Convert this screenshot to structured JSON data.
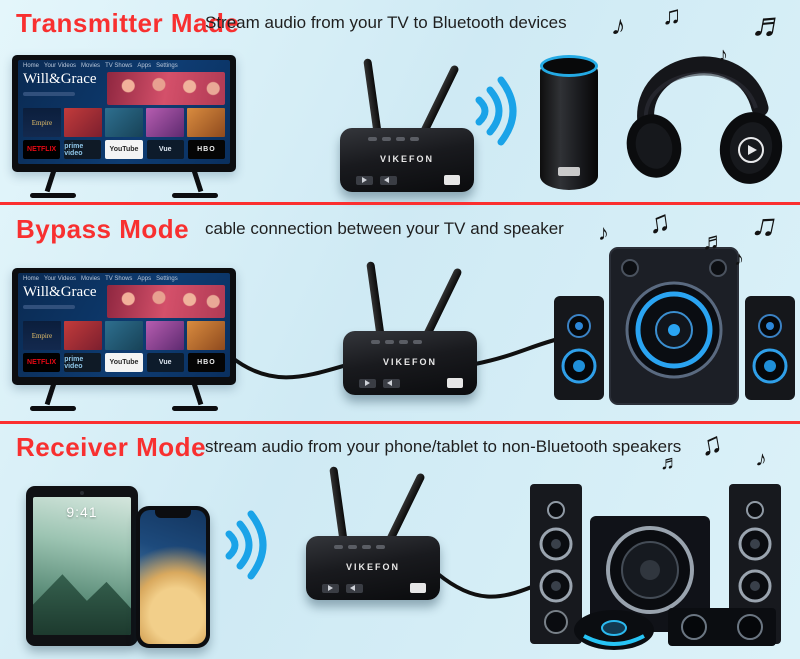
{
  "colors": {
    "accent_red": "#f83030",
    "bluetooth_blue": "#1aa3e8",
    "background_blue": "#d9f0f8"
  },
  "icons": {
    "note_single": "♪",
    "note_beamed": "♫",
    "note_double": "♬"
  },
  "sections": [
    {
      "title": "Transmitter Made",
      "description": "Stream audio from your TV to Bluetooth devices"
    },
    {
      "title": "Bypass Mode",
      "description": "cable connection between your TV and speaker"
    },
    {
      "title": "Receiver Mode",
      "description": "stream audio from your phone/tablet to non-Bluetooth speakers"
    }
  ],
  "tv": {
    "menu": [
      "Home",
      "Your Videos",
      "Movies",
      "TV Shows",
      "Apps",
      "Settings"
    ],
    "headline": "Will&Grace",
    "poster_title": "Empire",
    "apps": [
      "NETFLIX",
      "prime video",
      "YouTube",
      "Vue",
      "HBO"
    ]
  },
  "device": {
    "brand": "VIKEFON"
  },
  "tablet": {
    "time": "9:41"
  }
}
